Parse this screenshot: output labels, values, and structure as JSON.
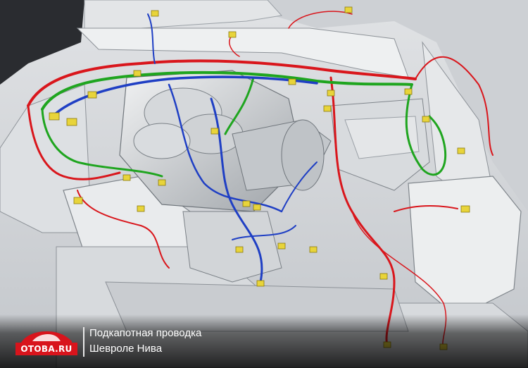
{
  "caption": {
    "title": "Подкапотная проводка",
    "subtitle": "Шевроле Нива"
  },
  "logo": {
    "text": "OTOBA.RU",
    "icon": "car-silhouette-icon",
    "color": "#d8141c"
  },
  "wire_colors": {
    "red": "#d9161c",
    "green": "#1fa51f",
    "blue": "#1f3fc4",
    "connector": "#e8d43a"
  },
  "background_color": "#cfd2d6"
}
